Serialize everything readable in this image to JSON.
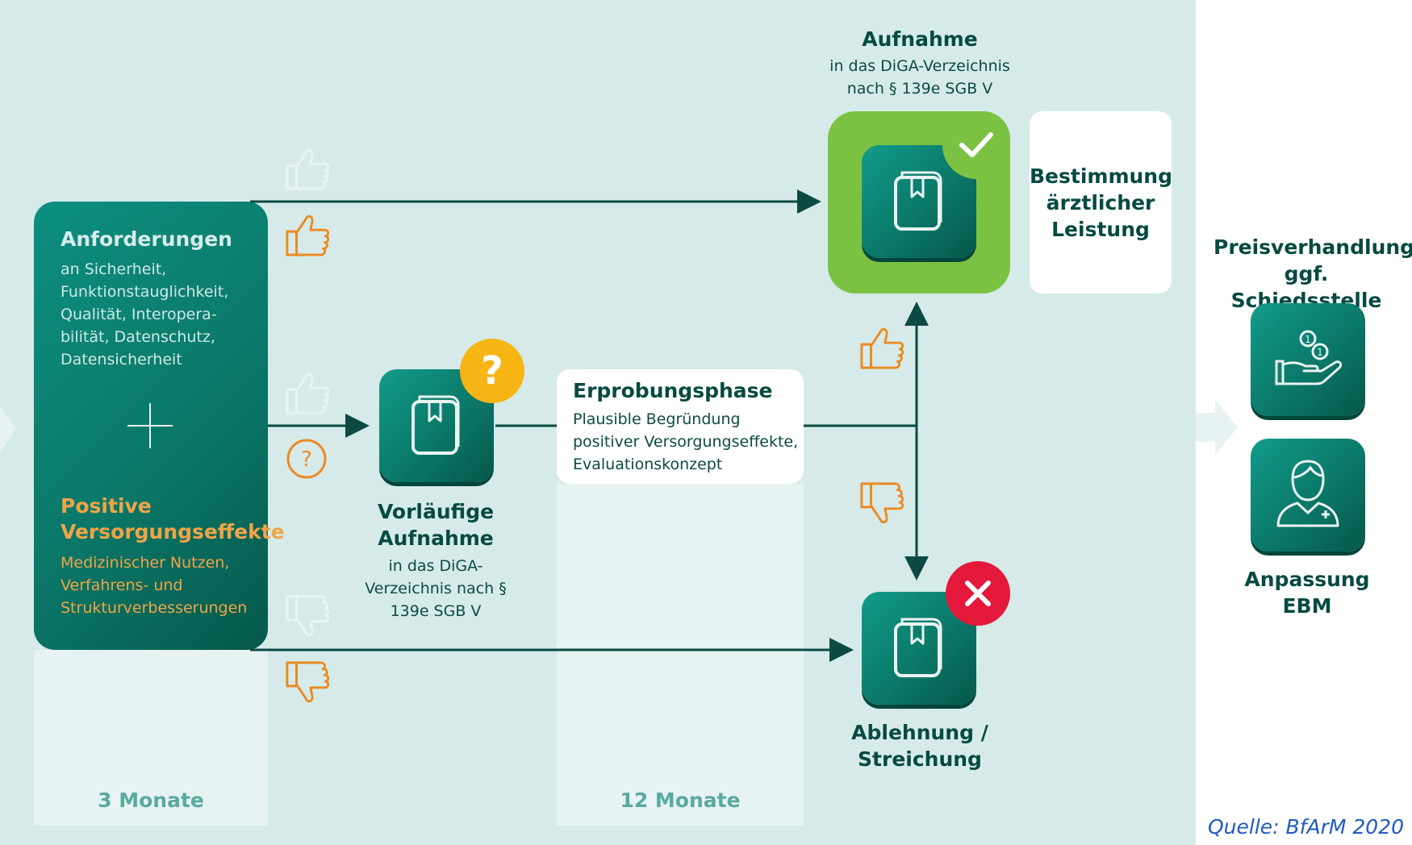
{
  "requirements": {
    "title": "Anforderungen",
    "text": "an Sicherheit, Funktionstauglichkeit, Qualität, Interopera-bilität, Datenschutz, Datensicherheit",
    "positive_title": "Positive Versorgungseffekte",
    "positive_text": "Medizinischer Nutzen, Verfahrens- und Strukturverbesserungen"
  },
  "provisional": {
    "title": "Vorläufige Aufnahme",
    "text": "in das DiGA-Verzeichnis nach § 139e SGB V"
  },
  "trial": {
    "title": "Erprobungsphase",
    "text": "Plausible Begründung positiver Versorgungseffekte, Evaluationskonzept"
  },
  "admission": {
    "title": "Aufnahme",
    "text": "in das DiGA-Verzeichnis nach § 139e SGB V"
  },
  "determination": {
    "text": "Bestimmung ärztlicher Leistung"
  },
  "rejection": {
    "title": "Ablehnung / Streichung"
  },
  "pricing": {
    "title": "Preisverhandlung, ggf. Schiedsstelle"
  },
  "ebm": {
    "title": "Anpassung EBM"
  },
  "phases": {
    "first": "3 Monate",
    "second": "12 Monate"
  },
  "source": "Quelle: BfArM 2020",
  "icons": [
    "thumbs-up-outline-icon",
    "thumbs-up-orange-icon",
    "question-circle-icon",
    "thumbs-down-outline-icon",
    "thumbs-down-orange-icon",
    "book-icon",
    "checkmark-badge-icon",
    "question-badge-icon",
    "cross-badge-icon",
    "hand-coins-icon",
    "doctor-icon",
    "arrow-right-icon"
  ],
  "colors": {
    "background": "#d6ebe9",
    "teal": "#0b7868",
    "orange": "#f0a447",
    "green": "#7cc242",
    "yellow": "#f7b515",
    "red": "#e3183b",
    "source_blue": "#1f5bbf"
  }
}
